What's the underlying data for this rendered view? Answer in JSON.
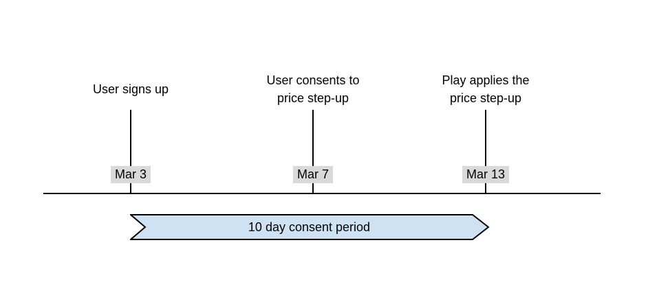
{
  "colors": {
    "background": "#ffffff",
    "line": "#000000",
    "text": "#000000",
    "date_badge_bg": "#d9d9d9",
    "banner_fill": "#cfe2f3",
    "banner_stroke": "#000000"
  },
  "timeline": {
    "events": [
      {
        "label": "User signs up",
        "date": "Mar 3"
      },
      {
        "label": "User consents to\nprice step-up",
        "date": "Mar 7"
      },
      {
        "label": "Play applies the\nprice step-up",
        "date": "Mar 13"
      }
    ]
  },
  "banner": {
    "label": "10 day consent period"
  }
}
